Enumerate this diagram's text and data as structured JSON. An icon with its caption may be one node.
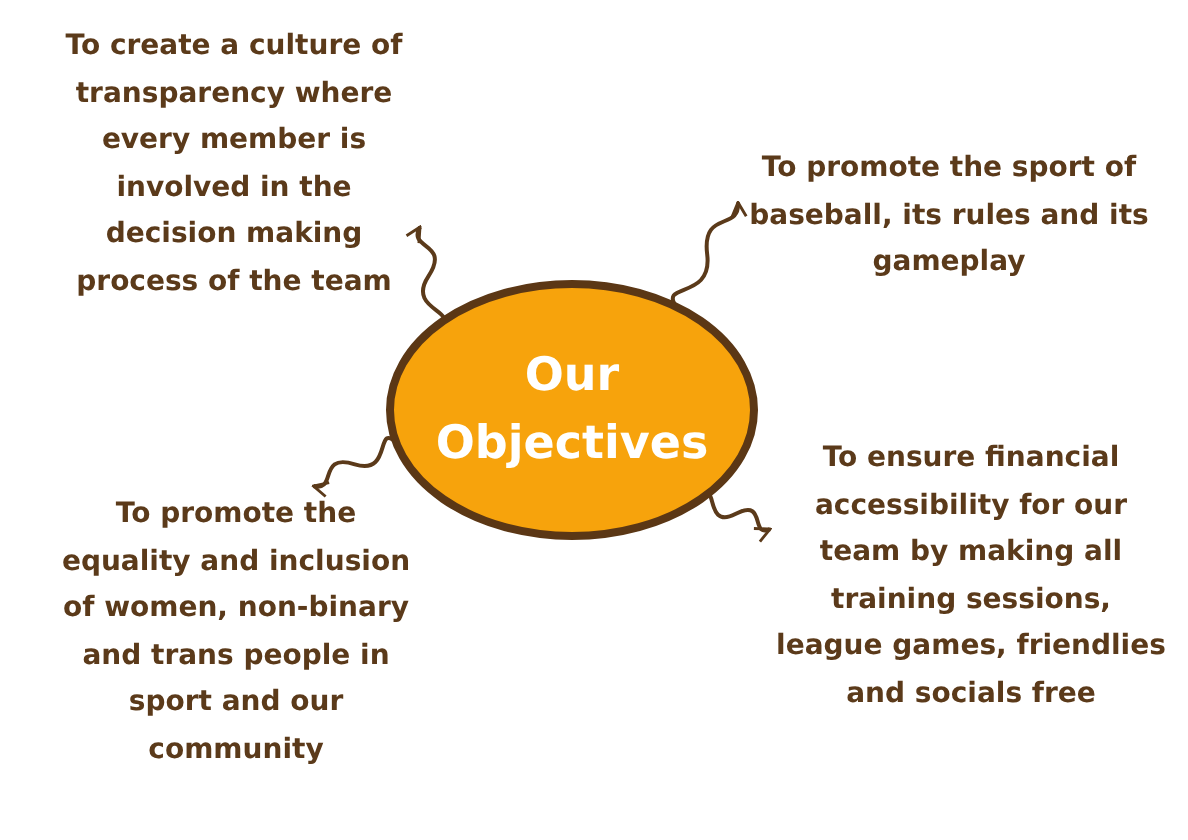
{
  "diagram": {
    "nodes": [
      {
        "text": [
          "Our Objectives"
        ]
      },
      {
        "text": [
          "To create a culture of transparency where every member is involved in the decision making process of the team"
        ]
      },
      {
        "text": [
          "To promote the sport of baseball, its rules and its gameplay"
        ]
      },
      {
        "text": [
          "To promote the equality and inclusion of women, non-binary and trans people in sport and our community"
        ]
      },
      {
        "text": [
          "To ensure financial accessibility for our team by making all training sessions, league games, friendlies and socials free"
        ]
      }
    ],
    "edges": [
      {
        "from": 0,
        "to": 1,
        "arrow": "to"
      },
      {
        "from": 0,
        "to": 2,
        "arrow": "to"
      },
      {
        "from": 0,
        "to": 3,
        "arrow": "to"
      },
      {
        "from": 0,
        "to": 4,
        "arrow": "to"
      }
    ]
  }
}
